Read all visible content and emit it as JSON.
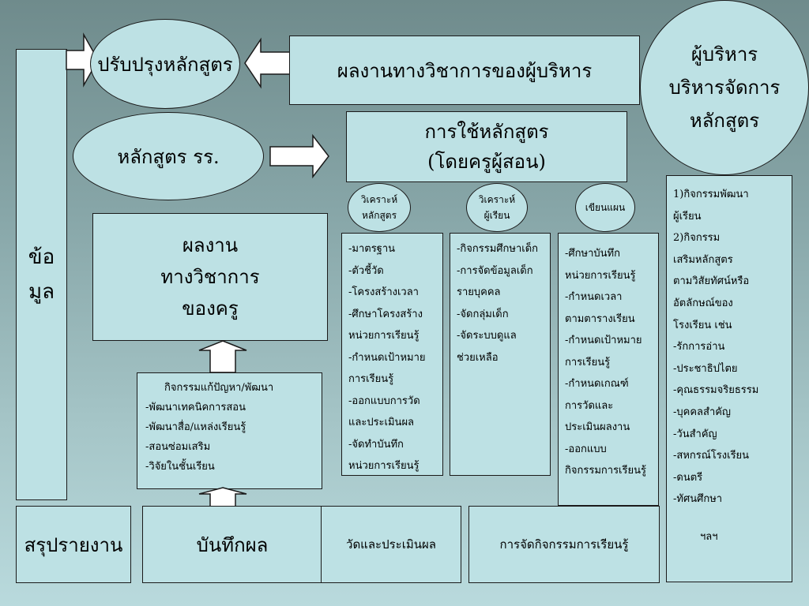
{
  "data_box": {
    "line1": "ข้อ",
    "line2": "มูล"
  },
  "improve": {
    "label": "ปรับปรุงหลักสูตร"
  },
  "admin_work": {
    "label": "ผลงานทางวิชาการของผู้บริหาร"
  },
  "executive": {
    "line1": "ผู้บริหาร",
    "line2": "บริหารจัดการ",
    "line3": "หลักสูตร"
  },
  "school_curriculum": {
    "label": "หลักสูตร รร."
  },
  "curriculum_use": {
    "line1": "การใช้หลักสูตร",
    "line2": "(โดยครูผู้สอน)"
  },
  "analyze_curriculum": {
    "line1": "วิเคราะห์",
    "line2": "หลักสูตร"
  },
  "analyze_learner": {
    "line1": "วิเคราะห์",
    "line2": "ผู้เรียน"
  },
  "write_plan": {
    "label": "เขียนแผน"
  },
  "teacher_work": {
    "line1": "ผลงาน",
    "line2": "ทางวิชาการ",
    "line3": "ของครู"
  },
  "list_curriculum": [
    "-มาตรฐาน",
    "-ตัวชี้วัด",
    "-โครงสร้างเวลา",
    "-ศึกษาโครงสร้าง",
    " หน่วยการเรียนรู้",
    "-กำหนดเป้าหมาย",
    "การเรียนรู้",
    "-ออกแบบการวัด",
    "และประเมินผล",
    "-จัดทำบันทึก",
    "หน่วยการเรียนรู้"
  ],
  "list_learner": [
    "-กิจกรรมศึกษาเด็ก",
    "-การจัดข้อมูลเด็ก",
    "รายบุคคล",
    "-จัดกลุ่มเด็ก",
    "-จัดระบบดูแล",
    " ช่วยเหลือ"
  ],
  "list_plan": [
    "-ศึกษาบันทึก",
    "หน่วยการเรียนรู้",
    "-กำหนดเวลา",
    "ตามตารางเรียน",
    "-กำหนดเป้าหมาย",
    "การเรียนรู้",
    "-กำหนดเกณฑ์",
    "การวัดและ",
    "ประเมินผลงาน",
    "-ออกแบบ",
    "กิจกรรมการเรียนรู้"
  ],
  "list_activities": [
    "1)กิจกรรมพัฒนา",
    "ผู้เรียน",
    "2)กิจกรรม",
    "เสริมหลักสูตร",
    "ตามวิสัยทัศน์หรือ",
    "อัตลักษณ์ของ",
    "โรงเรียน เช่น",
    "-รักการอ่าน",
    "-ประชาธิปไตย",
    "-คุณธรรมจริยธรรม",
    "-บุคคลสำคัญ",
    "-วันสำคัญ",
    "-สหกรณ์โรงเรียน",
    "-ดนตรี",
    "-ทัศนศึกษา"
  ],
  "activities_etc": "ฯลฯ",
  "problem_solving": {
    "title": "กิจกรรมแก้ปัญหา/พัฒนา",
    "items": [
      "-พัฒนาเทคนิคการสอน",
      "-พัฒนาสื่อ/แหล่งเรียนรู้",
      "-สอนซ่อมเสริม",
      "-วิจัยในชั้นเรียน"
    ]
  },
  "bottom": {
    "summary": "สรุปรายงาน",
    "record": "บันทึกผล",
    "evaluate": "วัดและประเมินผล",
    "organize": "การจัดกิจกรรมการเรียนรู้"
  }
}
